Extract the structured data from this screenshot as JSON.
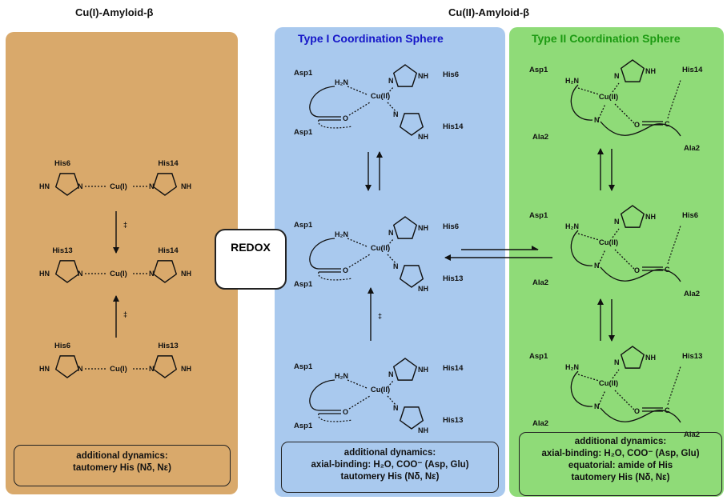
{
  "headers": {
    "left": "Cu(I)-Amyloid-β",
    "right": "Cu(II)-Amyloid-β"
  },
  "panels": {
    "cu1": {
      "color": "#d9a96b",
      "rows": [
        {
          "left_his": "His6",
          "right_his": "His14",
          "metal": "Cu(I)"
        },
        {
          "left_his": "His13",
          "right_his": "His14",
          "metal": "Cu(I)"
        },
        {
          "left_his": "His6",
          "right_his": "His13",
          "metal": "Cu(I)"
        }
      ],
      "note": {
        "line1": "additional dynamics:",
        "line2": "tautomery His (Nδ, Nε)"
      }
    },
    "type1": {
      "color": "#a9c9ee",
      "title": "Type I Coordination Sphere",
      "title_color": "#1515c8",
      "complexes": [
        {
          "his_top": "His6",
          "his_bottom": "His14"
        },
        {
          "his_top": "His6",
          "his_bottom": "His13"
        },
        {
          "his_top": "His14",
          "his_bottom": "His13"
        }
      ],
      "note": {
        "line1": "additional dynamics:",
        "line2": "axial-binding: H₂O, COO⁻ (Asp, Glu)",
        "line3": "tautomery His (Nδ, Nε)"
      }
    },
    "type2": {
      "color": "#8fdb78",
      "title": "Type II Coordination Sphere",
      "title_color": "#1c9a12",
      "complexes": [
        {
          "his": "His14"
        },
        {
          "his": "His6"
        },
        {
          "his": "His13"
        }
      ],
      "note": {
        "line1": "additional dynamics:",
        "line2": "axial-binding: H₂O, COO⁻ (Asp, Glu)",
        "line3": "equatorial: amide of His",
        "line4": "tautomery His (Nδ, Nε)"
      }
    }
  },
  "chem": {
    "asp1": "Asp1",
    "ala2": "Ala2",
    "h2n": "H₂N",
    "cu2": "Cu(II)",
    "nh": "NH",
    "hn": "HN",
    "n": "N",
    "o": "O",
    "c": "C"
  },
  "redox_label": "REDOX"
}
